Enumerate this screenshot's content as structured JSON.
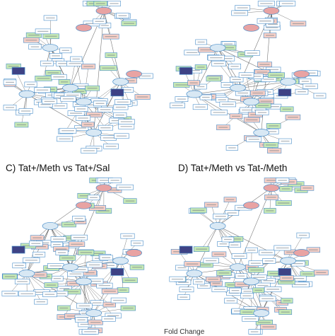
{
  "panels": [
    {
      "id": "A",
      "label": ""
    },
    {
      "id": "B",
      "label": ""
    },
    {
      "id": "C",
      "label": "C) Tat+/Meth vs Tat+/Sal"
    },
    {
      "id": "D",
      "label": "D) Tat+/Meth vs Tat-/Meth"
    }
  ],
  "footer": {
    "text": "Fold Change"
  },
  "colors": {
    "node_border": "#4a8ec9",
    "node_fill": "#ffffff",
    "green_fill": "#c6e8b4",
    "red_fill": "#e8a3a3",
    "salmon_fill": "#f6cfc6",
    "navy_fill": "#3e4285",
    "hub_fill": "#d8e8f4",
    "edge": "#555555"
  },
  "icons": [
    "gene-network"
  ]
}
